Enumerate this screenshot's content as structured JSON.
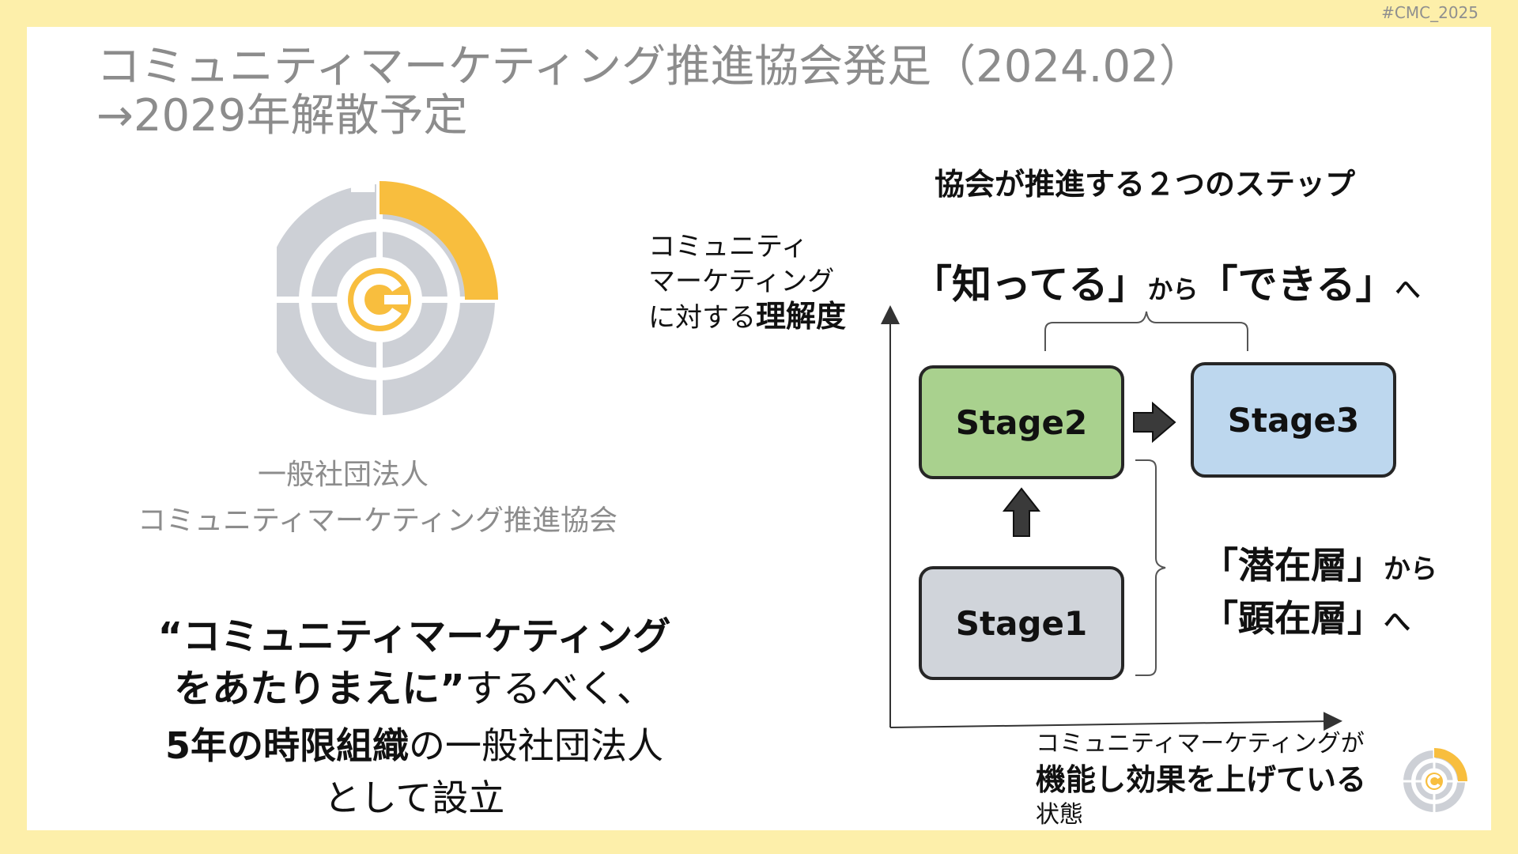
{
  "hashtag": "#CMC_2025",
  "title": {
    "line1": "コミュニティマーケティング推進協会発足（2024.02）",
    "line2": "→2029年解散予定"
  },
  "organization": {
    "line1": "一般社団法人",
    "line2": "コミュニティマーケティング推進協会"
  },
  "mission": {
    "line1": "“コミュニティマーケティング",
    "line2_bold": "をあたりまえに”",
    "line2_rest": "するべく、",
    "line3_bold": "5年の時限組織",
    "line3_rest": "の一般社団法人",
    "line4": "として設立"
  },
  "diagram": {
    "title": "協会が推進する２つのステップ",
    "y_axis": {
      "line1": "コミュニティ",
      "line2": "マーケティング",
      "line3_prefix": "に対する",
      "line3_bold": "理解度"
    },
    "headline": {
      "part1": "「知ってる」",
      "part2": "から",
      "part3": "「できる」",
      "part4": "へ"
    },
    "stages": [
      {
        "label": "Stage1",
        "color": "#D0D4DA"
      },
      {
        "label": "Stage2",
        "color": "#A9D18E"
      },
      {
        "label": "Stage3",
        "color": "#BDD7EE"
      }
    ],
    "right_label": {
      "line1": "「潜在層」",
      "line1_suffix": "から",
      "line2": "「顕在層」",
      "line2_suffix": "へ"
    },
    "x_axis": {
      "line1": "コミュニティマーケティングが",
      "line2_bold": "機能し効果を上げている",
      "line3": "状態"
    }
  },
  "colors": {
    "background": "#FDEFAA",
    "logo_yellow": "#F8BE3E",
    "logo_gray": "#CDD0D6",
    "title_gray": "#8C8C8C"
  }
}
